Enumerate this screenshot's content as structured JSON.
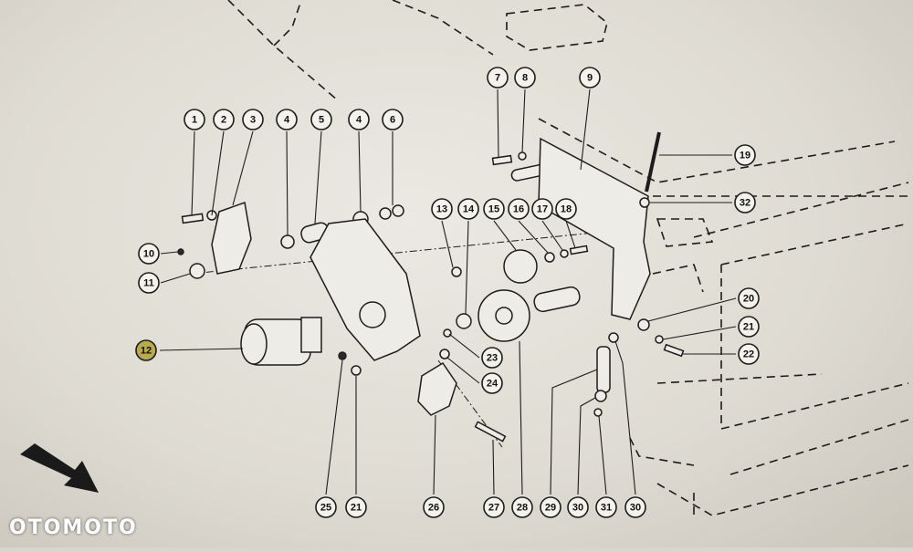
{
  "diagram": {
    "callouts": [
      "1",
      "2",
      "3",
      "4",
      "5",
      "4",
      "6",
      "7",
      "8",
      "9",
      "10",
      "11",
      "12",
      "13",
      "14",
      "15",
      "16",
      "17",
      "18",
      "19",
      "32",
      "20",
      "21",
      "22",
      "23",
      "24",
      "25",
      "21",
      "26",
      "27",
      "28",
      "29",
      "30",
      "31",
      "30"
    ],
    "highlighted_callout_index": 12
  },
  "watermark": {
    "text": "OTOMOTO"
  },
  "colors": {
    "paper": "#e6e3db",
    "ink": "#1c1c1c",
    "highlight": "#b7ab4e"
  },
  "icons": {
    "direction_arrow": "arrow-down-right-icon"
  }
}
